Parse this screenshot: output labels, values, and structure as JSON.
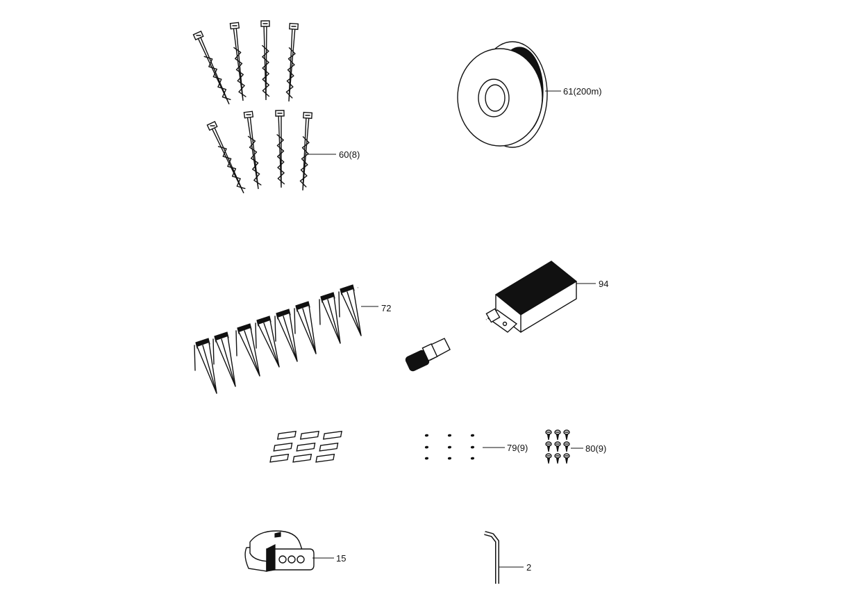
{
  "parts": {
    "stakes": {
      "label": "60(8)",
      "icon": "screw-peg-icon"
    },
    "wire_spool": {
      "label": "61(200m)",
      "icon": "wire-spool-icon"
    },
    "peg_strip": {
      "label": "72",
      "icon": "plastic-peg-icon"
    },
    "power_supply": {
      "label": "94",
      "icon": "power-supply-icon"
    },
    "blades": {
      "label": "79(9)",
      "icon": "blade-icon"
    },
    "screws": {
      "label": "80(9)",
      "icon": "screw-icon"
    },
    "connector": {
      "label": "15",
      "icon": "wire-connector-icon"
    },
    "hex_key": {
      "label": "2",
      "icon": "hex-key-icon"
    }
  }
}
